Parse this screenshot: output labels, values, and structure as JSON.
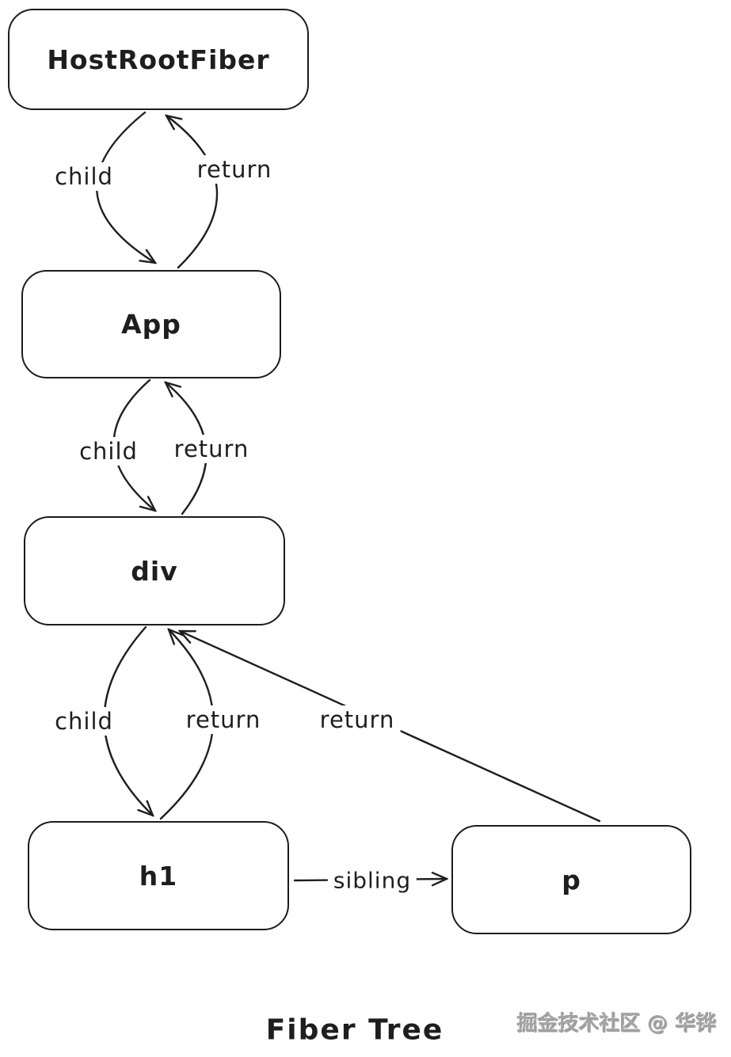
{
  "diagram": {
    "title": "Fiber Tree",
    "watermark": "掘金技术社区 @ 华铧",
    "colors": {
      "ink": "#1e1e1e",
      "background": "#ffffff",
      "watermark_gray": "#a3a3a3"
    },
    "nodes": [
      {
        "id": "hostRootFiber",
        "label": "HostRootFiber"
      },
      {
        "id": "app",
        "label": "App"
      },
      {
        "id": "div",
        "label": "div"
      },
      {
        "id": "h1",
        "label": "h1"
      },
      {
        "id": "p",
        "label": "p"
      }
    ],
    "edges": [
      {
        "from": "hostRootFiber",
        "to": "app",
        "label": "child"
      },
      {
        "from": "app",
        "to": "hostRootFiber",
        "label": "return"
      },
      {
        "from": "app",
        "to": "div",
        "label": "child"
      },
      {
        "from": "div",
        "to": "app",
        "label": "return"
      },
      {
        "from": "div",
        "to": "h1",
        "label": "child"
      },
      {
        "from": "h1",
        "to": "div",
        "label": "return"
      },
      {
        "from": "p",
        "to": "div",
        "label": "return"
      },
      {
        "from": "h1",
        "to": "p",
        "label": "sibling"
      }
    ]
  }
}
